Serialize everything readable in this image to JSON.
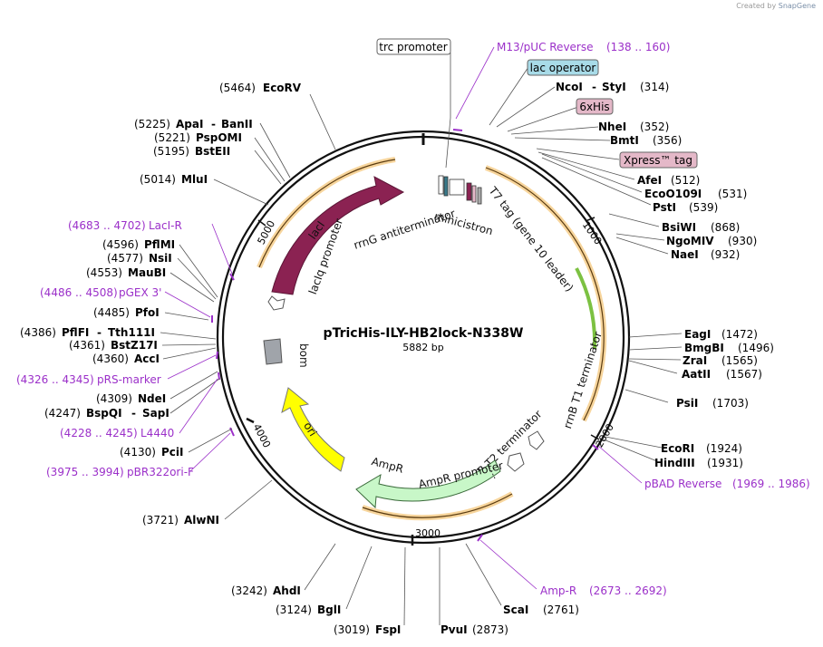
{
  "credit": {
    "prefix": "Created by",
    "brand": "SnapGene"
  },
  "plasmid": {
    "name": "pTricHis-ILY-HB2lock-N338W",
    "length": "5882 bp"
  },
  "ticks": [
    "1000",
    "2000",
    "3000",
    "4000",
    "5000"
  ],
  "enzymes": [
    {
      "name": "EcoRV",
      "pos": "(5464)"
    },
    {
      "name": "ApaI",
      "extra": "BanII",
      "pos": "(5225)"
    },
    {
      "name": "PspOMI",
      "pos": "(5221)"
    },
    {
      "name": "BstEII",
      "pos": "(5195)"
    },
    {
      "name": "MluI",
      "pos": "(5014)"
    },
    {
      "name": "PflMI",
      "pos": "(4596)"
    },
    {
      "name": "NsiI",
      "pos": "(4577)"
    },
    {
      "name": "MauBI",
      "pos": "(4553)"
    },
    {
      "name": "PfoI",
      "pos": "(4485)"
    },
    {
      "name": "PflFI",
      "extra": "Tth111I",
      "pos": "(4386)"
    },
    {
      "name": "BstZ17I",
      "pos": "(4361)"
    },
    {
      "name": "AccI",
      "pos": "(4360)"
    },
    {
      "name": "NdeI",
      "pos": "(4309)"
    },
    {
      "name": "BspQI",
      "extra": "SapI",
      "pos": "(4247)"
    },
    {
      "name": "PciI",
      "pos": "(4130)"
    },
    {
      "name": "AlwNI",
      "pos": "(3721)"
    },
    {
      "name": "AhdI",
      "pos": "(3242)"
    },
    {
      "name": "BglI",
      "pos": "(3124)"
    },
    {
      "name": "FspI",
      "pos": "(3019)"
    },
    {
      "name": "PvuI",
      "pos": "(2873)"
    },
    {
      "name": "ScaI",
      "pos": "(2761)"
    },
    {
      "name": "EcoRI",
      "pos": "(1924)"
    },
    {
      "name": "HindIII",
      "pos": "(1931)"
    },
    {
      "name": "PsiI",
      "pos": "(1703)"
    },
    {
      "name": "AatII",
      "pos": "(1567)"
    },
    {
      "name": "ZraI",
      "pos": "(1565)"
    },
    {
      "name": "BmgBI",
      "pos": "(1496)"
    },
    {
      "name": "EagI",
      "pos": "(1472)"
    },
    {
      "name": "NaeI",
      "pos": "(932)"
    },
    {
      "name": "NgoMIV",
      "pos": "(930)"
    },
    {
      "name": "BsiWI",
      "pos": "(868)"
    },
    {
      "name": "PstI",
      "pos": "(539)"
    },
    {
      "name": "EcoO109I",
      "pos": "(531)"
    },
    {
      "name": "AfeI",
      "pos": "(512)"
    },
    {
      "name": "BmtI",
      "pos": "(356)"
    },
    {
      "name": "NheI",
      "pos": "(352)"
    },
    {
      "name": "NcoI",
      "extra": "StyI",
      "pos": "(314)"
    }
  ],
  "primers": [
    {
      "name": "M13/pUC Reverse",
      "range": "(138 .. 160)"
    },
    {
      "name": "LacI-R",
      "range": "(4683 .. 4702)"
    },
    {
      "name": "pGEX 3'",
      "range": "(4486 .. 4508)"
    },
    {
      "name": "pRS-marker",
      "range": "(4326 .. 4345)"
    },
    {
      "name": "L4440",
      "range": "(4228 .. 4245)"
    },
    {
      "name": "pBR322ori-F",
      "range": "(3975 .. 3994)"
    },
    {
      "name": "pBAD Reverse",
      "range": "(1969 .. 1986)"
    },
    {
      "name": "Amp-R",
      "range": "(2673 .. 2692)"
    }
  ],
  "boxed_labels": {
    "trc_promoter": "trc promoter",
    "lac_operator": "lac operator",
    "sixhis": "6xHis",
    "xpress": "Xpress™ tag"
  },
  "features": {
    "laci": "lacI",
    "laciq_promoter": "lacIq promoter",
    "rrng": "rrnG antiterminator",
    "minicistron": "minicistron",
    "t7tag": "T7 tag (gene 10 leader)",
    "rrnb_t1": "rrnB T1 terminator",
    "rrnb_t2": "rrnB T2 terminator",
    "ampr": "AmpR",
    "ampr_promoter": "AmpR promoter",
    "ori": "ori",
    "bom": "bom"
  },
  "colors": {
    "laci": "#8b2252",
    "ampr": "#c8f7c8",
    "ori": "#ffff00",
    "bom": "#a0a4aa",
    "orf": "#f0b24a",
    "ily": "#7cc142",
    "primer": "#9b30c9",
    "lac_operator_box": "#a8dbe8",
    "tag_box": "#e4b8c8"
  }
}
